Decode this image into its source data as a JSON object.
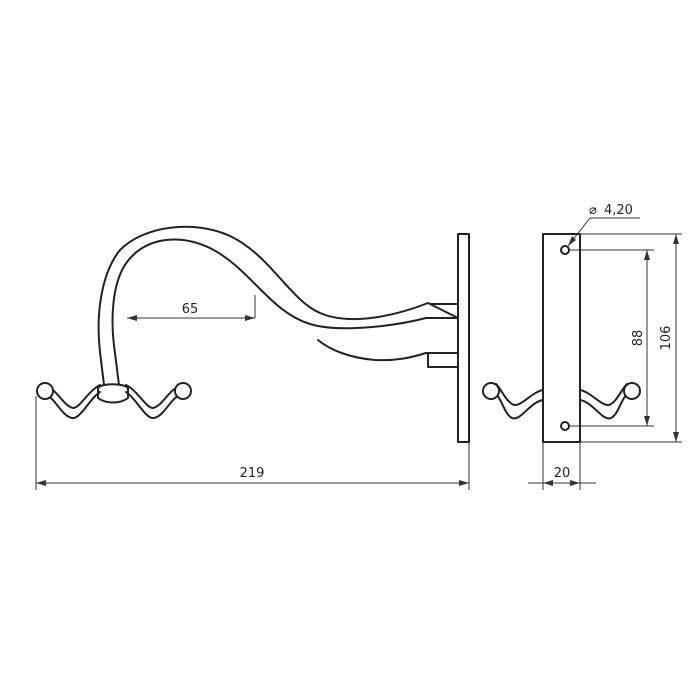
{
  "dimensions": {
    "reach_inner": "65",
    "overall_length": "219",
    "hole_diameter": "4,20",
    "hole_spacing": "88",
    "plate_height": "106",
    "plate_width": "20"
  },
  "symbols": {
    "diameter": "⌀"
  }
}
